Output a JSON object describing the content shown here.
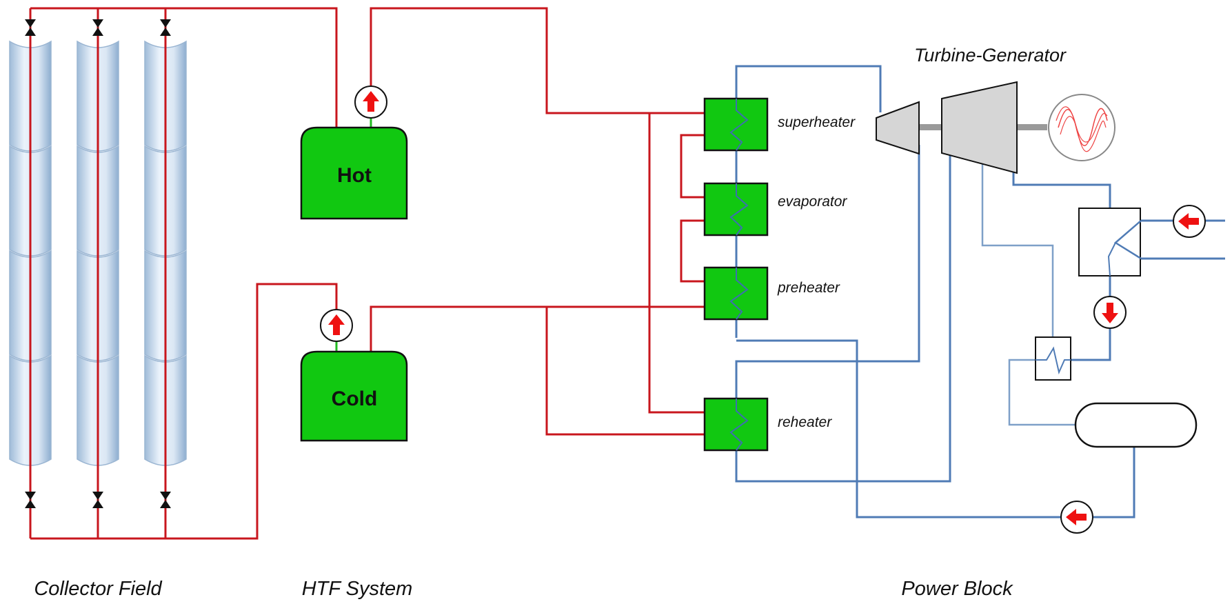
{
  "sections": {
    "collector_field": "Collector Field",
    "htf_system": "HTF System",
    "power_block": "Power Block"
  },
  "tanks": {
    "hot": "Hot",
    "cold": "Cold"
  },
  "heat_exchangers": {
    "superheater": "superheater",
    "evaporator": "evaporator",
    "preheater": "preheater",
    "reheater": "reheater"
  },
  "turbine": {
    "title": "Turbine-Generator"
  },
  "colors": {
    "htf_pipe": "#c8161d",
    "water_steam_pipe": "#4f7bb5",
    "component_fill": "#11c811",
    "pump_arrow": "#ee1111"
  }
}
